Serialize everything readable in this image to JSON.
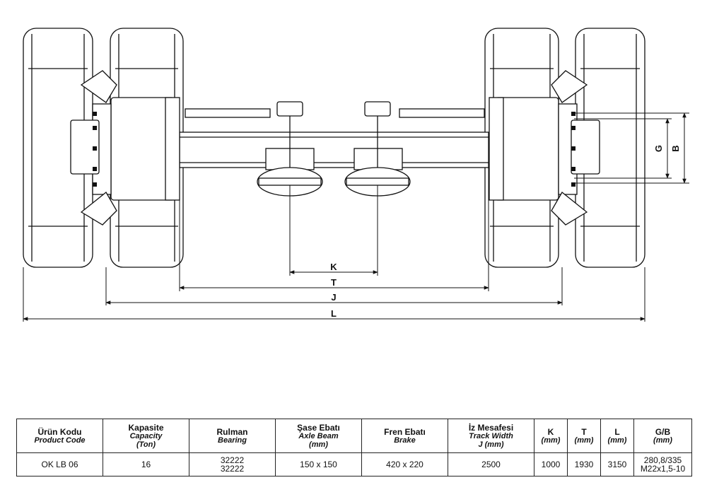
{
  "dimensions": {
    "K": "K",
    "T": "T",
    "J": "J",
    "L": "L",
    "G": "G",
    "B": "B"
  },
  "table": {
    "headers": [
      {
        "main": "Ürün Kodu",
        "sub": [
          "Product Code"
        ]
      },
      {
        "main": "Kapasite",
        "sub": [
          "Capacity",
          "(Ton)"
        ]
      },
      {
        "main": "Rulman",
        "sub": [
          "Bearing"
        ]
      },
      {
        "main": "Şase Ebatı",
        "sub": [
          "Axle Beam",
          "(mm)"
        ]
      },
      {
        "main": "Fren Ebatı",
        "sub": [
          "Brake"
        ]
      },
      {
        "main": "İz Mesafesi",
        "sub": [
          "Track Width",
          "J (mm)"
        ]
      },
      {
        "main": "K",
        "sub": [
          "(mm)"
        ]
      },
      {
        "main": "T",
        "sub": [
          "(mm)"
        ]
      },
      {
        "main": "L",
        "sub": [
          "(mm)"
        ]
      },
      {
        "main": "G/B",
        "sub": [
          "(mm)"
        ]
      }
    ],
    "row": [
      [
        "OK LB 06"
      ],
      [
        "16"
      ],
      [
        "32222",
        "32222"
      ],
      [
        "150 x 150"
      ],
      [
        "420 x 220"
      ],
      [
        "2500"
      ],
      [
        "1000"
      ],
      [
        "1930"
      ],
      [
        "3150"
      ],
      [
        "280,8/335",
        "M22x1,5-10"
      ]
    ]
  }
}
